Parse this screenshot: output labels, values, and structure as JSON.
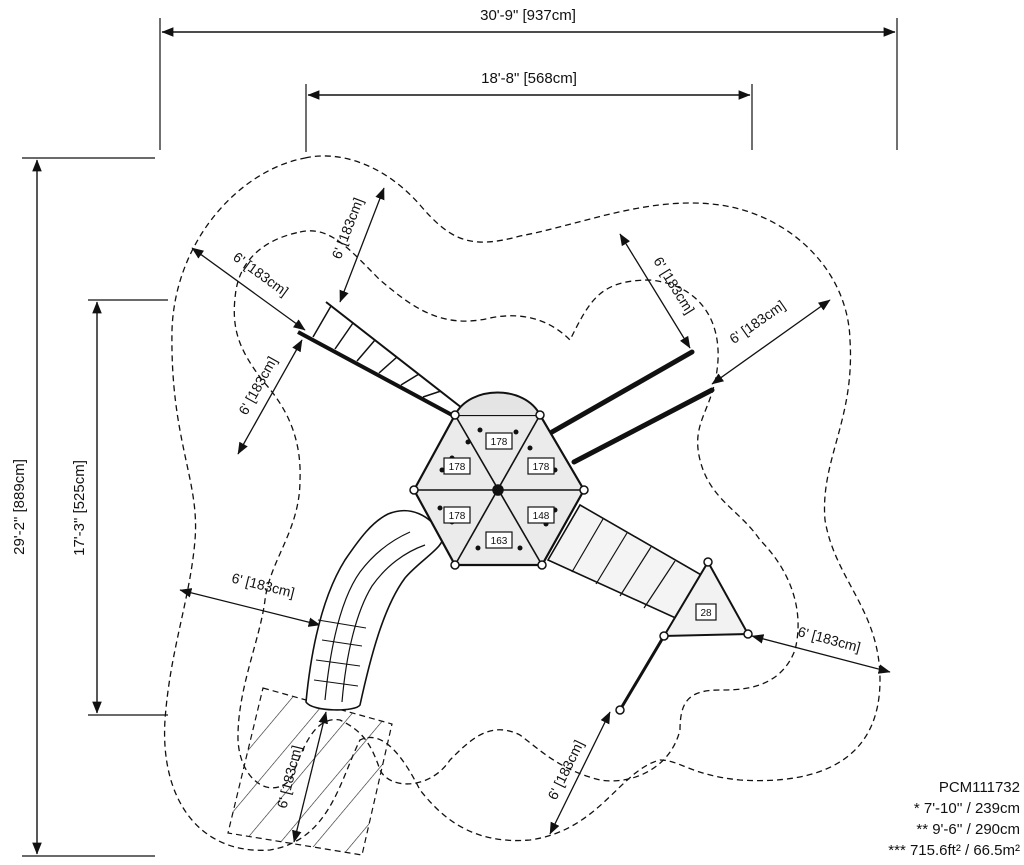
{
  "dimensions": {
    "overall_width": "30'-9\" [937cm]",
    "structure_width": "18'-8\" [568cm]",
    "overall_depth": "29'-2\" [889cm]",
    "structure_depth": "17'-3\" [525cm]"
  },
  "clearance_label": "6' [183cm]",
  "deck_heights": [
    "178",
    "178",
    "178",
    "178",
    "148",
    "163",
    "28"
  ],
  "legend": {
    "model": "PCM111732",
    "note1": "* 7'-10'' / 239cm",
    "note2": "** 9'-6'' / 290cm",
    "note3": "*** 715.6ft² / 66.5m²"
  }
}
